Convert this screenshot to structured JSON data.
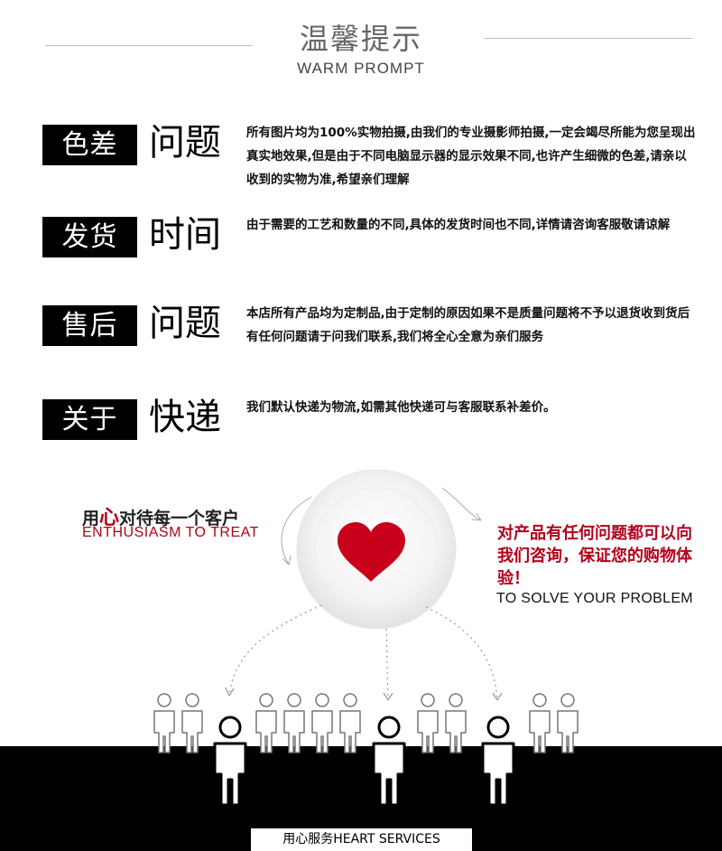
{
  "header": {
    "title": "温馨提示",
    "subtitle": "WARM PROMPT"
  },
  "notices": [
    {
      "tag": "色差",
      "word": "问题",
      "desc": "所有图片均为100%实物拍摄,由我们的专业摄影师拍摄,一定会竭尽所能为您呈现出真实地效果,但是由于不同电脑显示器的显示效果不同,也许产生细微的色差,请亲以收到的实物为准,希望亲们理解"
    },
    {
      "tag": "发货",
      "word": "时间",
      "desc": "由于需要的工艺和数量的不同,具体的发货时间也不同,详情请咨询客服敬请谅解"
    },
    {
      "tag": "售后",
      "word": "问题",
      "desc": "本店所有产品均为定制品,由于定制的原因如果不是质量问题将不予以退货收到货后有任何问题请于问我们联系,我们将全心全意为亲们服务"
    },
    {
      "tag": "关于",
      "word": "快递",
      "desc": "我们默认快递为物流,如需其他快递可与客服联系补差价。"
    }
  ],
  "service": {
    "left_cn_before": "用",
    "left_cn_highlight": "心",
    "left_cn_after": "对待每一个客户",
    "left_en": "ENTHUSIASM TO TREAT",
    "right_cn": "对产品有任何问题都可以向我们咨询，保证您的购物体验！",
    "right_en": "TO SOLVE YOUR PROBLEM",
    "footer": "用心服务HEART SERVICES"
  },
  "colors": {
    "accent_red": "#b3001b",
    "black": "#000000"
  }
}
